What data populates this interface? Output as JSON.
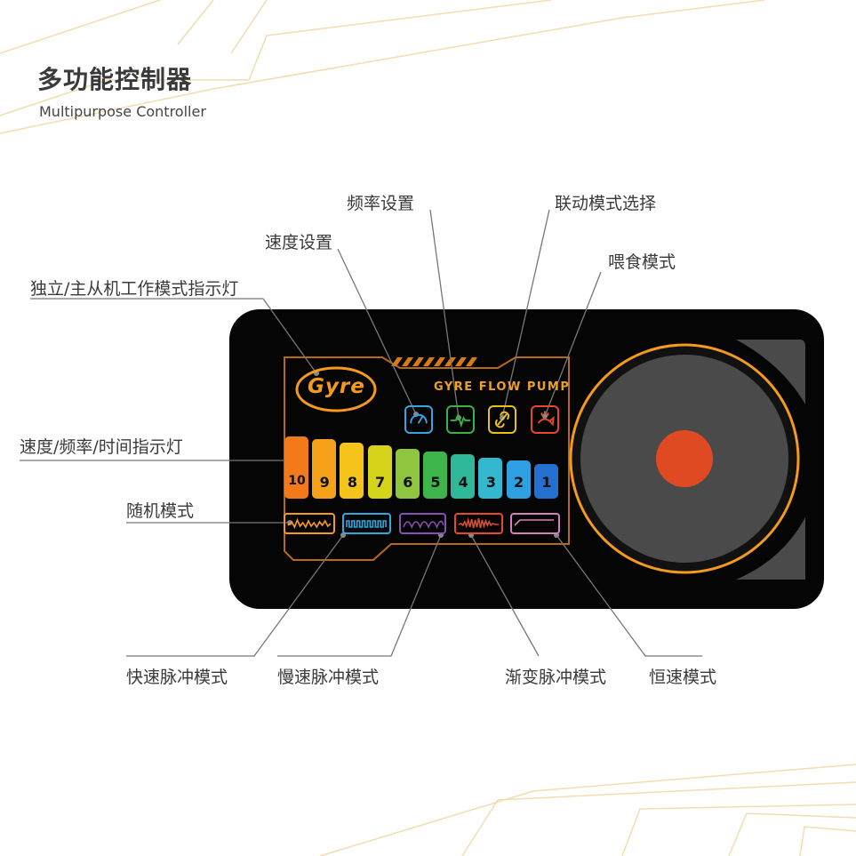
{
  "header": {
    "title_zh": "多功能控制器",
    "title_en": "Multipurpose Controller"
  },
  "callouts": {
    "frequency_setting": "频率设置",
    "linkage_mode_select": "联动模式选择",
    "speed_setting": "速度设置",
    "feeding_mode": "喂食模式",
    "master_slave_indicator": "独立/主从机工作模式指示灯",
    "level_indicator": "速度/频率/时间指示灯",
    "random_mode": "随机模式",
    "fast_pulse_mode": "快速脉冲模式",
    "slow_pulse_mode": "慢速脉冲模式",
    "gradual_pulse_mode": "渐变脉冲模式",
    "constant_speed_mode": "恒速模式"
  },
  "device": {
    "logo_text": "Gyre",
    "brand_text": "GYRE FLOW PUMP",
    "mode_icons": [
      {
        "icon": "speedometer-icon",
        "color": "#3aa3e3"
      },
      {
        "icon": "pulse-wave-icon",
        "color": "#38b24a"
      },
      {
        "icon": "link-icon",
        "color": "#e8c020"
      },
      {
        "icon": "fish-feed-icon",
        "color": "#e8482a"
      }
    ],
    "levels": [
      {
        "label": "10",
        "color": "#f27a1a"
      },
      {
        "label": "9",
        "color": "#f5a21a"
      },
      {
        "label": "8",
        "color": "#f5c41a"
      },
      {
        "label": "7",
        "color": "#d6d41a"
      },
      {
        "label": "6",
        "color": "#8ec63f"
      },
      {
        "label": "5",
        "color": "#3db54a"
      },
      {
        "label": "4",
        "color": "#2fb89a"
      },
      {
        "label": "3",
        "color": "#33b8cf"
      },
      {
        "label": "2",
        "color": "#2e9fe0"
      },
      {
        "label": "1",
        "color": "#2470d0"
      }
    ],
    "wave_modes": [
      {
        "icon": "random-wave-icon",
        "color": "#f59a1c"
      },
      {
        "icon": "fast-pulse-wave-icon",
        "color": "#2fa8e0"
      },
      {
        "icon": "slow-pulse-wave-icon",
        "color": "#8a4fb0"
      },
      {
        "icon": "gradual-pulse-wave-icon",
        "color": "#e8482a"
      },
      {
        "icon": "constant-wave-icon",
        "color": "#d77fb8"
      }
    ],
    "knob_center_color": "#e04a22",
    "accent_color": "#f59a1c"
  }
}
